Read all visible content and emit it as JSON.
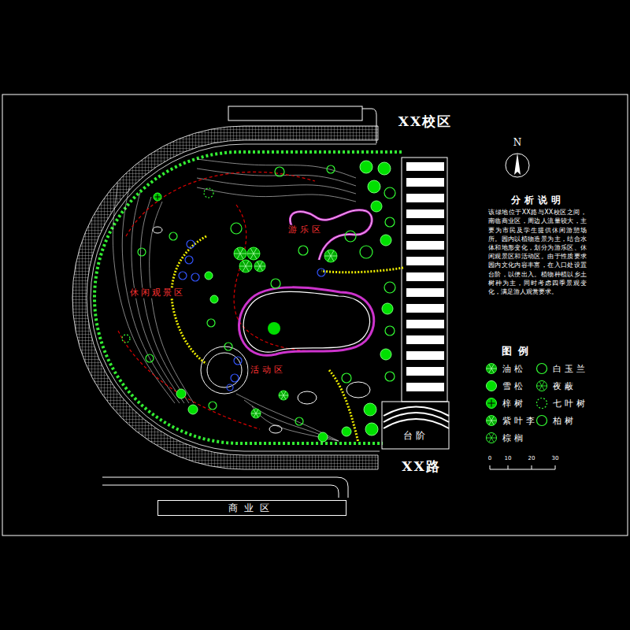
{
  "diagram": {
    "nodes": [
      {
        "text": [
          "商业区"
        ]
      },
      {
        "text": [
          "台阶"
        ]
      },
      {
        "text": [
          "分析说明",
          "该绿地位于XX路与XX校区之间，南临商业区，周边人流量较大，主要为市民及学生提供休闲游憩场所。园内以植物造景为主，结合水体和地形变化，划分为游乐区、休闲观景区和活动区。由于性质要求园内文化内容丰富，在入口处设置台阶，以便出入。植物种植以乡土树种为主，同时考虑四季景观变化，满足游人观赏要求。"
        ]
      }
    ],
    "labels": [
      "XX校区",
      "XX路",
      "N",
      "图例",
      "游乐区",
      "休闲观景区",
      "活动区",
      "0",
      "10",
      "20",
      "30"
    ],
    "legend": [
      {
        "text": "油松"
      },
      {
        "text": "白玉兰"
      },
      {
        "text": "雪松"
      },
      {
        "text": "夜蔽"
      },
      {
        "text": "梓树"
      },
      {
        "text": "七叶树"
      },
      {
        "text": "紫叶李"
      },
      {
        "text": "柏树"
      },
      {
        "text": "棕榈"
      }
    ]
  }
}
